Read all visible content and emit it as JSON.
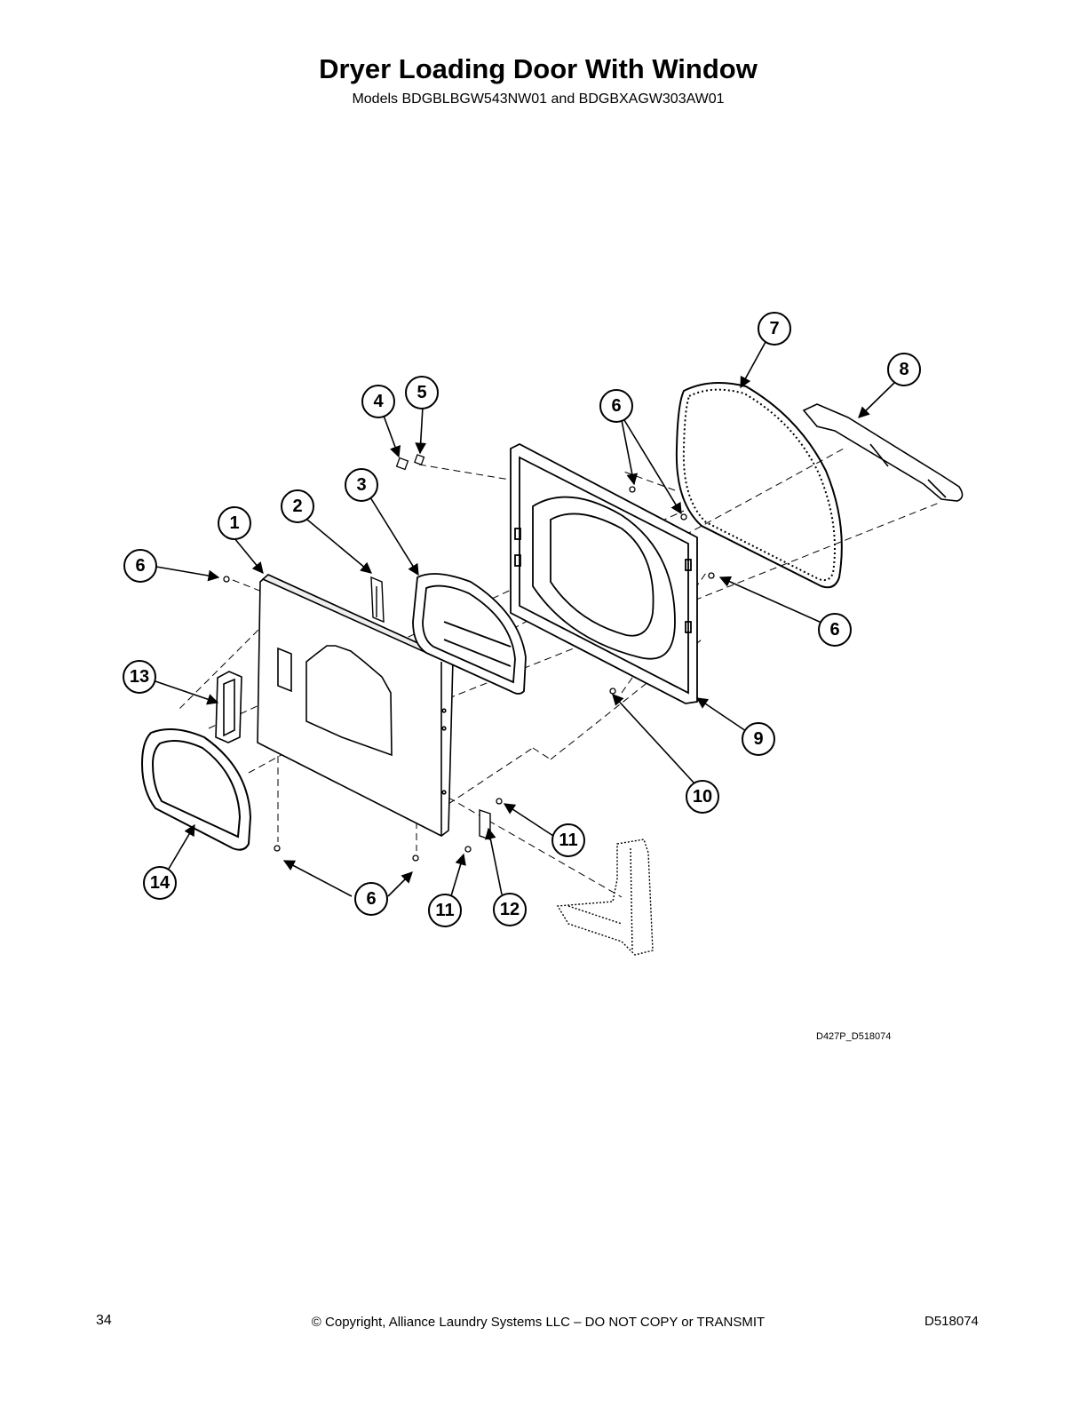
{
  "page": {
    "title": "Dryer Loading Door With Window",
    "subtitle": "Models BDGBLBGW543NW01 and BDGBXAGW303AW01",
    "drawing_code": "D427P_D518074",
    "page_number": "34",
    "copyright": "© Copyright, Alliance Laundry Systems LLC – DO NOT COPY or TRANSMIT",
    "doc_number": "D518074"
  },
  "callouts": [
    {
      "id": "c1",
      "label": "1"
    },
    {
      "id": "c2",
      "label": "2"
    },
    {
      "id": "c3",
      "label": "3"
    },
    {
      "id": "c4",
      "label": "4"
    },
    {
      "id": "c5",
      "label": "5"
    },
    {
      "id": "c6a",
      "label": "6"
    },
    {
      "id": "c6b",
      "label": "6"
    },
    {
      "id": "c6c",
      "label": "6"
    },
    {
      "id": "c6d",
      "label": "6"
    },
    {
      "id": "c7",
      "label": "7"
    },
    {
      "id": "c8",
      "label": "8"
    },
    {
      "id": "c9",
      "label": "9"
    },
    {
      "id": "c10",
      "label": "10"
    },
    {
      "id": "c11a",
      "label": "11"
    },
    {
      "id": "c11b",
      "label": "11"
    },
    {
      "id": "c12",
      "label": "12"
    },
    {
      "id": "c13",
      "label": "13"
    },
    {
      "id": "c14",
      "label": "14"
    }
  ]
}
